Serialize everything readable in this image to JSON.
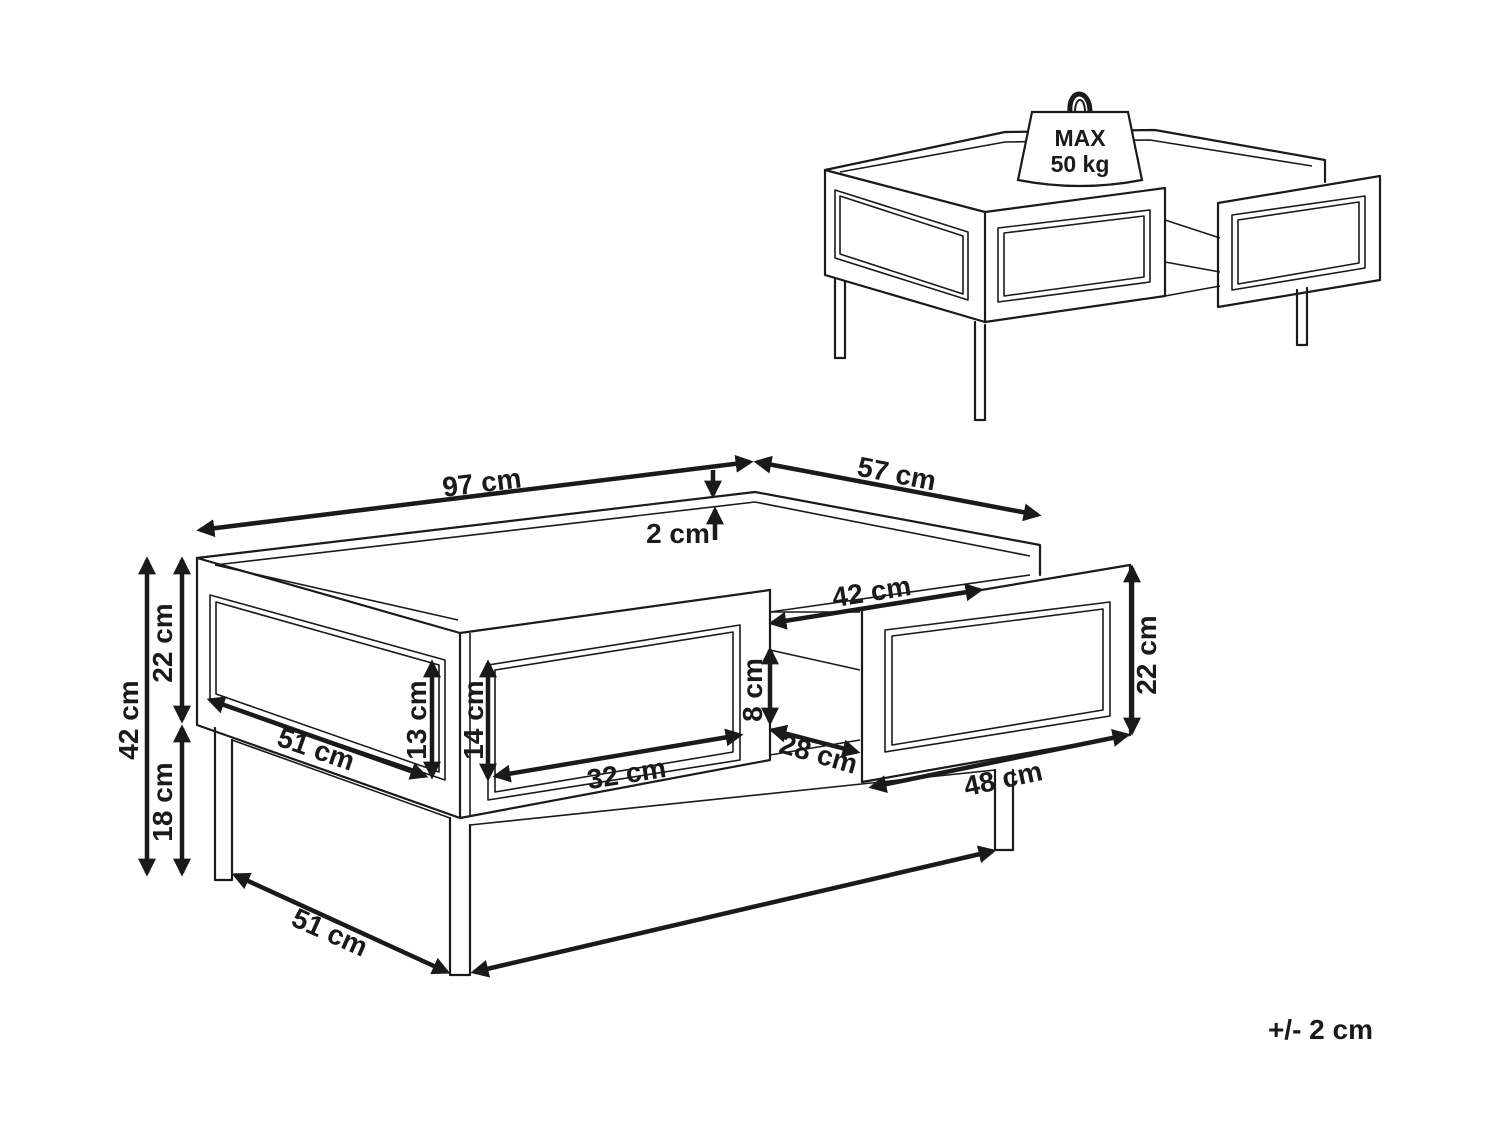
{
  "weight_badge": {
    "line1": "MAX",
    "line2": "50 kg"
  },
  "dimensions": {
    "width": "97 cm",
    "depth": "57 cm",
    "rim": "2 cm",
    "drawer_inner_depth": "42 cm",
    "total_height": "42 cm",
    "body_height": "22 cm",
    "leg_height": "18 cm",
    "side_panel_width": "51 cm",
    "side_panel_height": "13 cm",
    "front_panel_height": "14 cm",
    "front_panel_width": "32 cm",
    "drawer_inner_height": "8 cm",
    "drawer_inner_width": "28 cm",
    "drawer_front_height": "22 cm",
    "drawer_front_width": "48 cm",
    "leg_span_depth": "51 cm"
  },
  "tolerance": "+/- 2 cm"
}
